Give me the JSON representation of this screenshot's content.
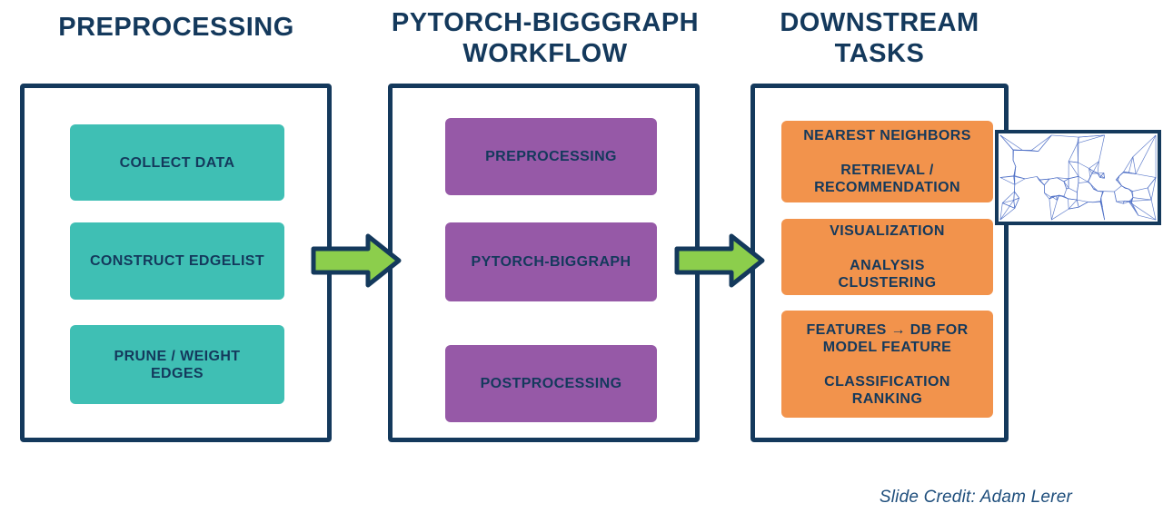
{
  "page": {
    "credit": "Slide Credit: Adam Lerer"
  },
  "colors": {
    "navy": "#14395C",
    "teal": "#3FBFB4",
    "purple": "#9659A7",
    "orange": "#F2934C",
    "arrow_green": "#8CCE4C",
    "mesh_blue": "#4C6EC5",
    "credit_blue": "#1E4E7C"
  },
  "columns": [
    {
      "title": "PREPROCESSING",
      "boxes": [
        "COLLECT DATA",
        "CONSTRUCT EDGELIST",
        "PRUNE / WEIGHT\nEDGES"
      ]
    },
    {
      "title": "PYTORCH-BIGGGRAPH\nWORKFLOW",
      "boxes": [
        "PREPROCESSING",
        "PYTORCH-BIGGRAPH",
        "POSTPROCESSING"
      ]
    },
    {
      "title": "DOWNSTREAM\nTASKS",
      "boxes": [
        "NEAREST NEIGHBORS\n\nRETRIEVAL /\nRECOMMENDATION",
        "VISUALIZATION\n\nANALYSIS\nCLUSTERING",
        "FEATURES → DB FOR\nMODEL FEATURE\n\nCLASSIFICATION\nRANKING"
      ]
    }
  ],
  "decorations": {
    "faiss_image": "faiss-voronoi-mesh-logo"
  }
}
